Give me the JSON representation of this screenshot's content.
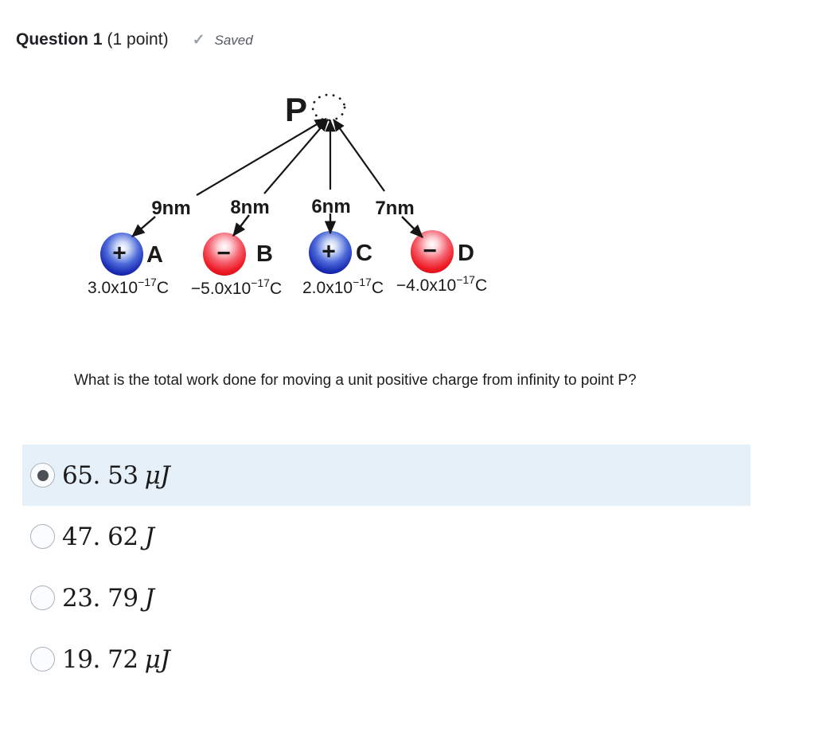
{
  "header": {
    "question_label": "Question 1",
    "points_label": "(1 point)",
    "check_icon": "✓",
    "saved_label": "Saved"
  },
  "diagram": {
    "point_label": "P",
    "charges": [
      {
        "label": "A",
        "distance": "9nm",
        "sign": "+",
        "polarity": "positive",
        "sphere_color": "#1b2cb4",
        "charge_base": "3.0x10",
        "charge_exp": "−17",
        "charge_unit": "C"
      },
      {
        "label": "B",
        "distance": "8nm",
        "sign": "−",
        "polarity": "negative",
        "sphere_color": "#ee1b24",
        "charge_base": "−5.0x10",
        "charge_exp": "−17",
        "charge_unit": "C"
      },
      {
        "label": "C",
        "distance": "6nm",
        "sign": "+",
        "polarity": "positive",
        "sphere_color": "#1b2cb4",
        "charge_base": "2.0x10",
        "charge_exp": "−17",
        "charge_unit": "C"
      },
      {
        "label": "D",
        "distance": "7nm",
        "sign": "−",
        "polarity": "negative",
        "sphere_color": "#ee1b24",
        "charge_base": "−4.0x10",
        "charge_exp": "−17",
        "charge_unit": "C"
      }
    ]
  },
  "question": {
    "text": "What is the total work done for moving a unit positive charge from infinity to point P?"
  },
  "options": [
    {
      "value": "65. 53",
      "unit": "μJ",
      "selected": true
    },
    {
      "value": "47. 62",
      "unit": "J",
      "selected": false
    },
    {
      "value": "23. 79",
      "unit": "J",
      "selected": false
    },
    {
      "value": "19. 72",
      "unit": "μJ",
      "selected": false
    }
  ],
  "colors": {
    "selected_row_bg": "#e6f0f9",
    "radio_border": "#aab3bc",
    "radio_dot": "#4a5056",
    "positive_sphere": "#1b2cb4",
    "negative_sphere": "#ee1b24",
    "saved_text": "#565a5e"
  }
}
